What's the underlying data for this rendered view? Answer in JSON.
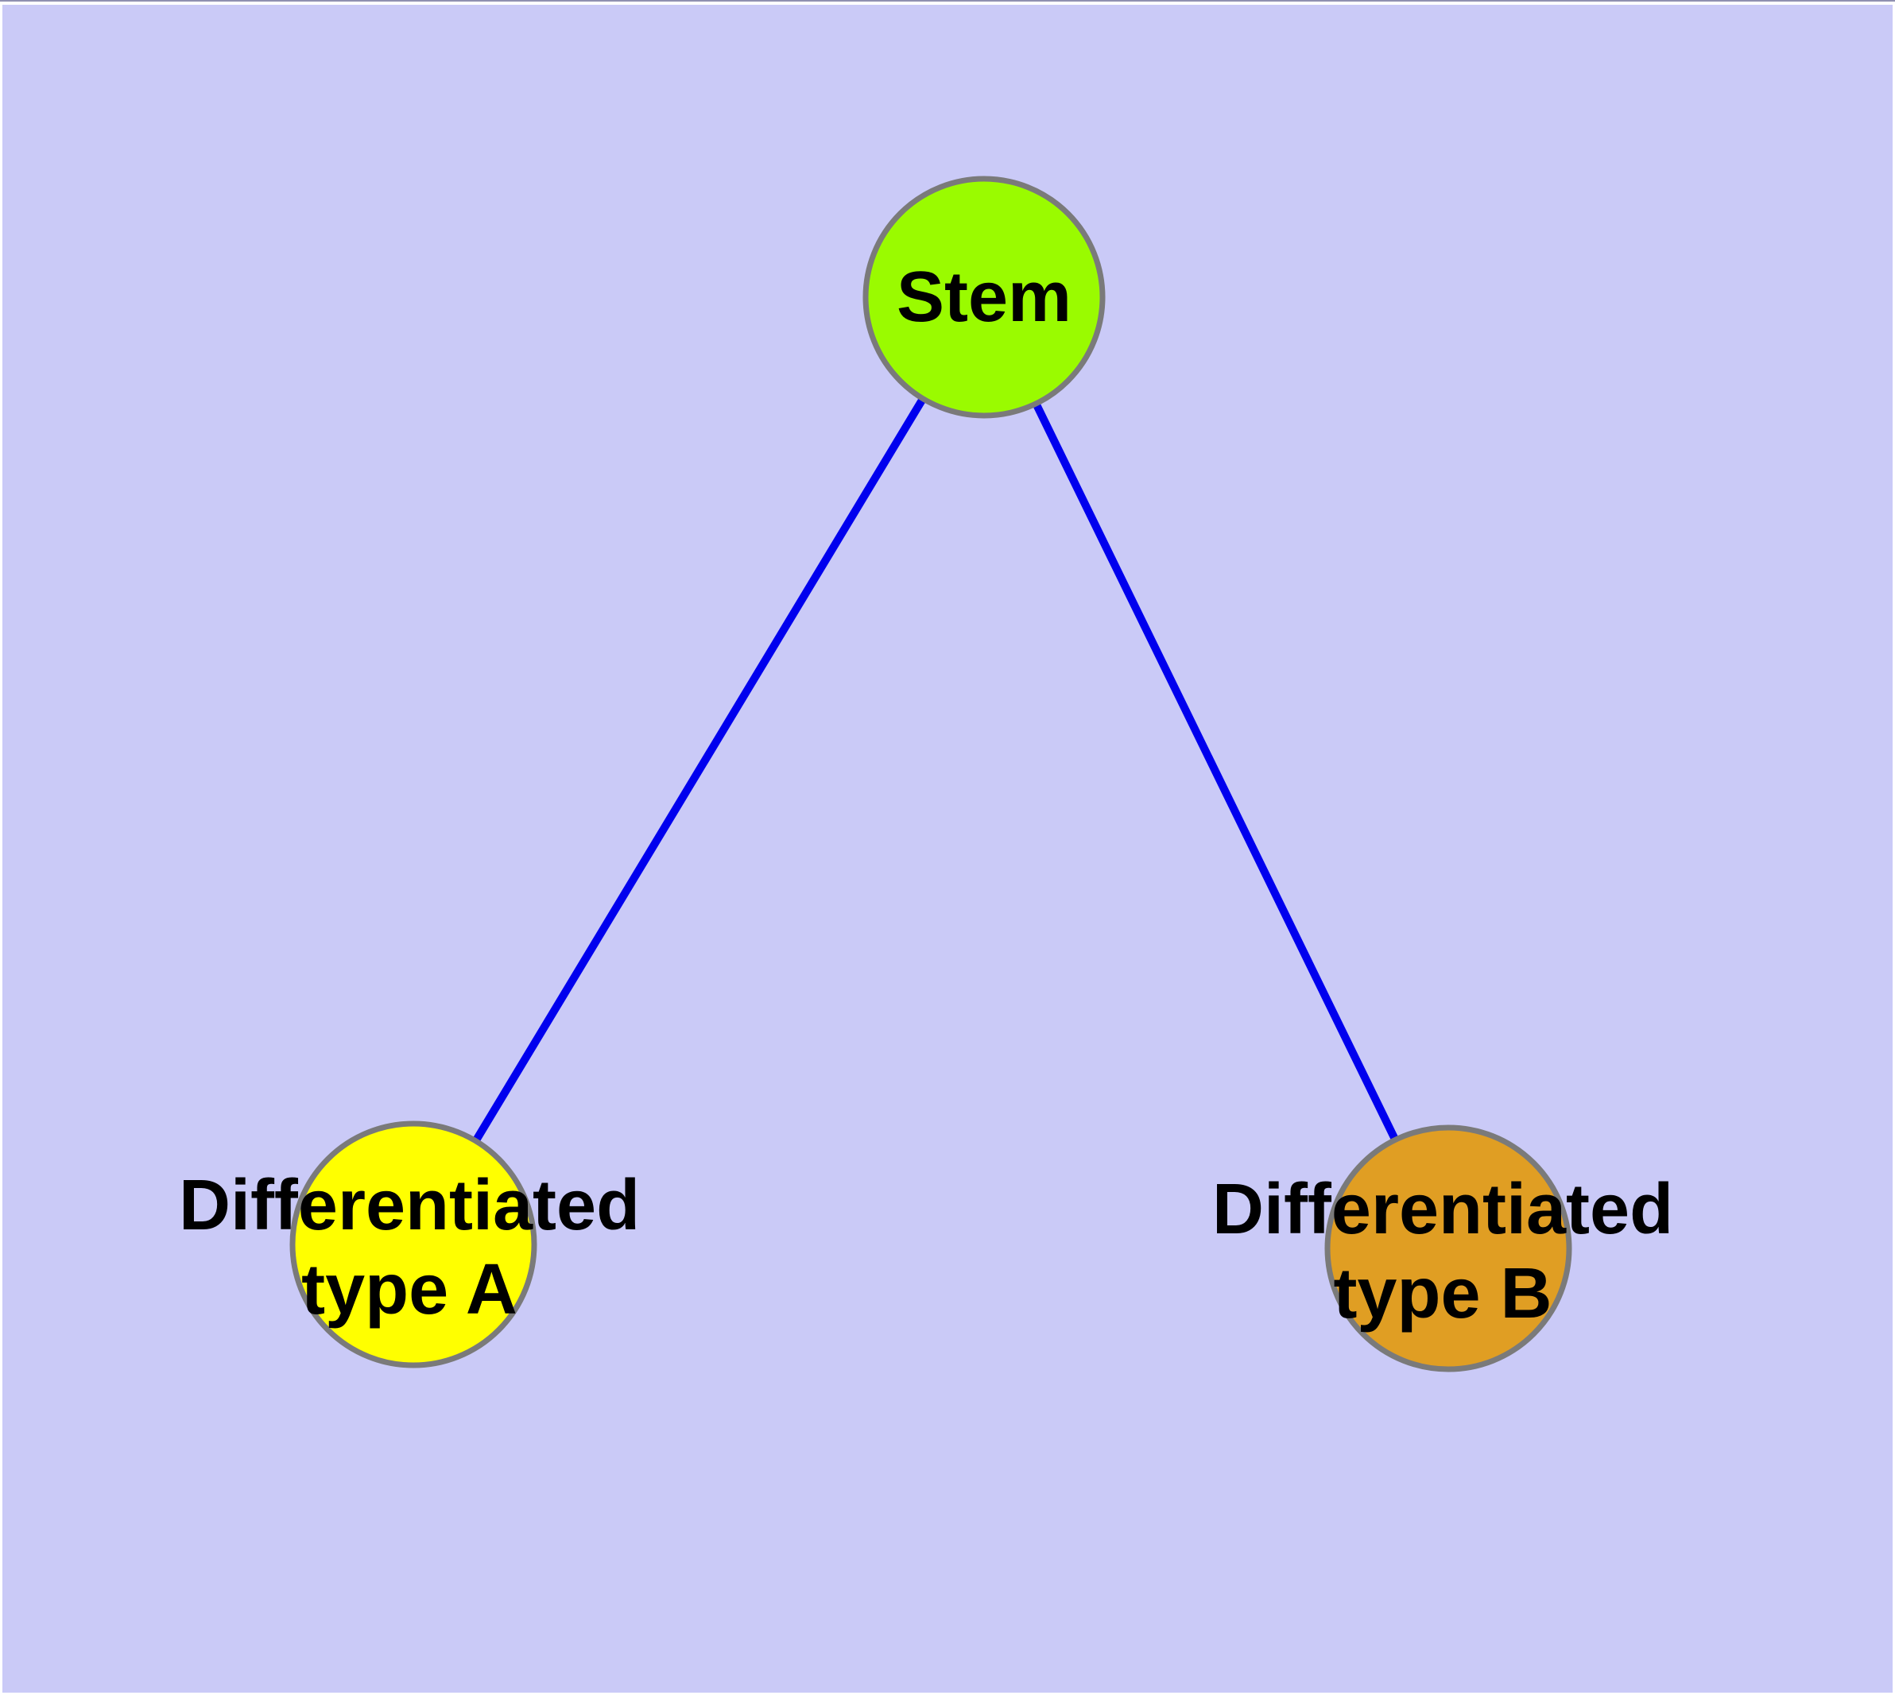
{
  "background": {
    "page_color": "#FFFFFF",
    "canvas_color": "#CACAF7"
  },
  "graph": {
    "type": "node-link-diagram",
    "nodes": {
      "stem": {
        "label": "Stem",
        "fill": "#9AFB00",
        "stroke": "#7A7A7A"
      },
      "type_a": {
        "line1": "Differentiated",
        "line2": "type A",
        "fill": "#FFFF00",
        "stroke": "#7A7A7A"
      },
      "type_b": {
        "line1": "Differentiated",
        "line2": "type B",
        "fill": "#E09E23",
        "stroke": "#7A7A7A"
      }
    },
    "edges": {
      "color": "#0000EE",
      "list": [
        {
          "from": "Stem",
          "to": "Differentiated type A"
        },
        {
          "from": "Stem",
          "to": "Differentiated type B"
        }
      ]
    },
    "text_color": "#000000"
  }
}
